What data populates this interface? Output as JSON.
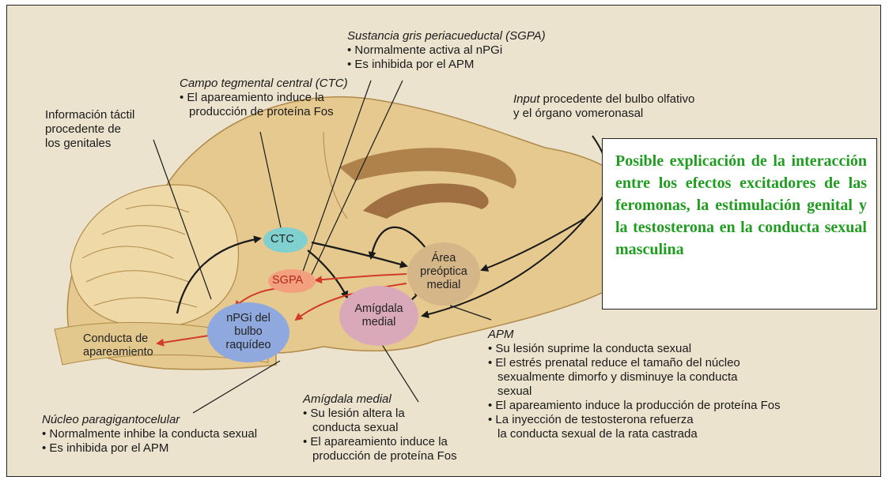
{
  "callout": {
    "text": "Posible explicación de la interacción entre los efectos excitadores de las feromonas, la estimulación genital y la testosterona en la conducta sexual masculina",
    "color": "#1f9d1f"
  },
  "nodes": {
    "ctc": "CTC",
    "sgpa": "SGPA",
    "npgi": [
      "nPGi del",
      "bulbo",
      "raquídeo"
    ],
    "amigdala": [
      "Amígdala",
      "medial"
    ],
    "apm": [
      "Área",
      "preóptica",
      "medial"
    ],
    "conducta": [
      "Conducta de",
      "apareamiento"
    ]
  },
  "labels": {
    "sgpa": {
      "title": "Sustancia gris periacueductal (SGPA)",
      "items": [
        "• Normalmente activa al nPGi",
        "• Es inhibida por el APM"
      ]
    },
    "ctc": {
      "title": "Campo tegmental central (CTC)",
      "items": [
        "• El apareamiento induce la",
        "producción de proteína Fos"
      ]
    },
    "tactil": [
      "Información táctil",
      "procedente de",
      "los genitales"
    ],
    "input": {
      "title_italic": "Input",
      "title_rest": " procedente del bulbo olfativo",
      "line2": "y el órgano vomeronasal"
    },
    "apm": {
      "title": "APM",
      "items": [
        "• Su lesión suprime la conducta sexual",
        "• El estrés prenatal reduce el tamaño del núcleo",
        "sexualmente dimorfo y disminuye la conducta",
        "sexual",
        "• El apareamiento induce la producción de proteína Fos",
        "• La inyección de testosterona refuerza",
        "la conducta sexual de la rata castrada"
      ]
    },
    "amigdala": {
      "title": "Amígdala medial",
      "items": [
        "• Su lesión altera la",
        "conducta sexual",
        "• El apareamiento induce la",
        "producción de proteína Fos"
      ]
    },
    "npgi": {
      "title": "Núcleo paragigantocelular",
      "items": [
        "• Normalmente inhibe la conducta sexual",
        "• Es inhibida por el APM"
      ]
    }
  },
  "colors": {
    "background": "#ece3cf",
    "brain": "#e5c98f",
    "cerebellum": "#eed9a7",
    "ctc": "#7fd0cf",
    "sgpa": "#f2a07e",
    "npgi": "#8fa8de",
    "amigdala": "#d9a9b9",
    "apm": "#d4b688",
    "excitatory_arrow": "#1a1a1a",
    "inhibitory_arrow": "#d23a2a"
  }
}
